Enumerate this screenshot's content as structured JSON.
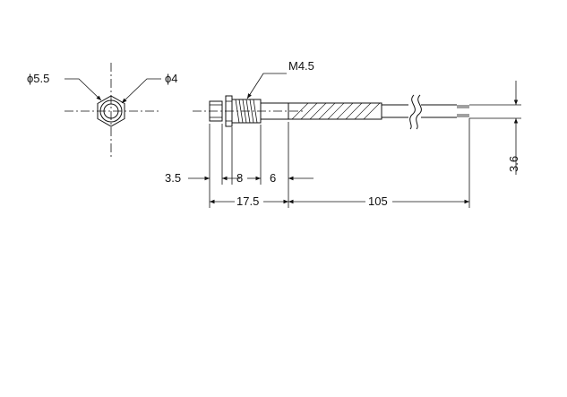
{
  "labels": {
    "phi_outer": "ϕ5.5",
    "phi_inner": "ϕ4",
    "thread": "M4.5",
    "dim_head": "3.5",
    "dim_thread": "8",
    "dim_body": "6",
    "dim_total": "17.5",
    "dim_cable": "105",
    "dim_lead": "3.6"
  }
}
